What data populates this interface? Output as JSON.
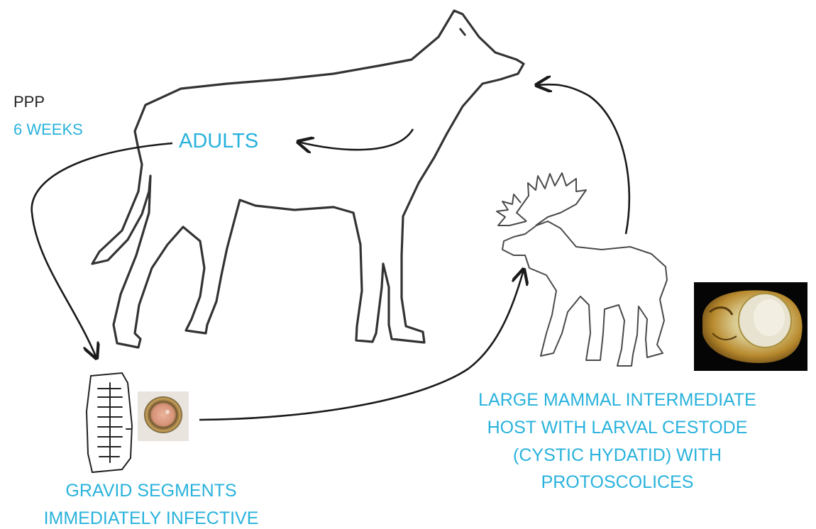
{
  "colors": {
    "accent": "#29b2dc",
    "text_dark": "#222222",
    "outline": "#333333",
    "arrow": "#1a1a1a"
  },
  "labels": {
    "ppp": "PPP",
    "ppp_value": "6 WEEKS",
    "adults": "ADULTS"
  },
  "gravid_caption": [
    "GRAVID SEGMENTS",
    "IMMEDIATELY INFECTIVE"
  ],
  "host_caption": [
    "LARGE MAMMAL INTERMEDIATE",
    "HOST WITH LARVAL CESTODE",
    "(CYSTIC HYDATID) WITH",
    "PROTOSCOLICES"
  ],
  "icons": {
    "definitive_host": "dog-outline-icon",
    "intermediate_host": "moose-outline-icon",
    "segment": "proglottid-sketch-icon",
    "egg": "egg-photo",
    "cyst": "hydatid-cyst-photo"
  }
}
